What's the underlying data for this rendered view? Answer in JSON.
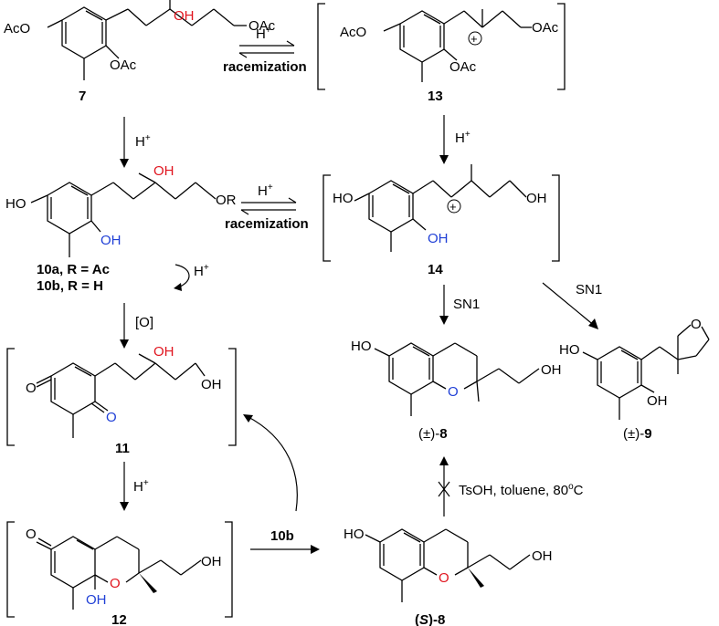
{
  "molecules": {
    "m7": {
      "label": "7",
      "left_group": "AcO",
      "right_group": "OAc",
      "oh": "OH",
      "oac2": "OAc"
    },
    "m13": {
      "label": "13",
      "left_group": "AcO",
      "right_group": "OAc",
      "oac2": "OAc",
      "charge": "+"
    },
    "m10": {
      "label_a": "10a, R = Ac",
      "label_b": "10b, R = H",
      "left_group": "HO",
      "oh": "OH",
      "or": "OR",
      "ar_oh": "OH"
    },
    "m14": {
      "label": "14",
      "left_group": "HO",
      "right_group": "OH",
      "ar_oh": "OH",
      "charge": "+"
    },
    "m11": {
      "label": "11",
      "o1": "O",
      "o2": "O",
      "oh": "OH",
      "right_group": "OH"
    },
    "m8": {
      "label_prefix": "(±)-",
      "label_num": "8",
      "ho": "HO",
      "o": "O",
      "oh": "OH"
    },
    "m9": {
      "label_prefix": "(±)-",
      "label_num": "9",
      "ho": "HO",
      "oh": "OH",
      "o": "O"
    },
    "m12": {
      "label": "12",
      "o": "O",
      "ring_o": "O",
      "oh": "OH",
      "right_group": "OH"
    },
    "mS8": {
      "label_open": "(",
      "label_s": "S",
      "label_close": ")-",
      "label_num": "8",
      "ho": "HO",
      "o": "O",
      "oh": "OH"
    }
  },
  "conditions": {
    "h_plus": "H",
    "plus_sup": "+",
    "racemization": "racemization",
    "oxidation": "[O]",
    "sn1": "SN1",
    "tsoh": "TsOH, toluene, 80",
    "deg": "o",
    "celsius": "C",
    "reagent_10b": "10b"
  }
}
